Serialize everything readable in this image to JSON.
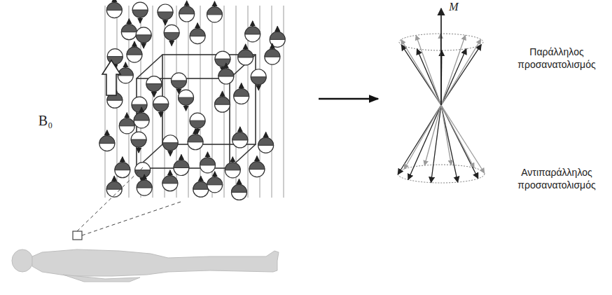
{
  "diagram": {
    "labels": [
      "B₀",
      "M",
      "Παράλληλος προσανατολισμός",
      "Αντιπαράλληλος προσανατολισμός"
    ]
  }
}
